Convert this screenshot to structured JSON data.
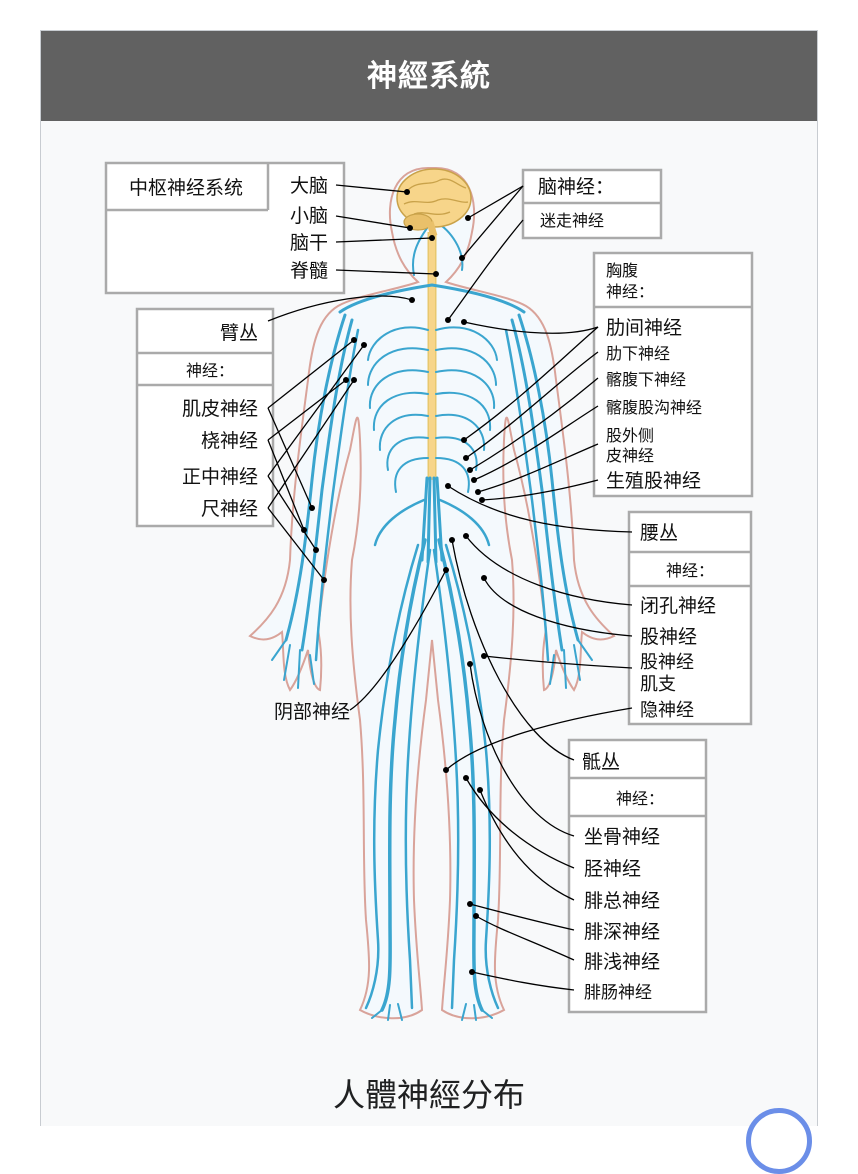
{
  "header": {
    "title": "神經系統"
  },
  "caption": "人體神經分布",
  "labels": {
    "cns_title": "中枢神经系统",
    "brain": "大脑",
    "cerebellum": "小脑",
    "brainstem": "脑干",
    "spinal_cord": "脊髓",
    "cranial_title": "脑神经：",
    "vagus": "迷走神经",
    "brachial": "臂丛",
    "nerves_label": "神经：",
    "musculocutaneous": "肌皮神经",
    "radial": "桡神经",
    "median": "正中神经",
    "ulnar": "尺神经",
    "thoracoabdominal_1": "胸腹",
    "thoracoabdominal_2": "神经：",
    "intercostal": "肋间神经",
    "subcostal": "肋下神经",
    "iliohypogastric": "髂腹下神经",
    "ilioinguinal": "髂腹股沟神经",
    "lateral_femoral_1": "股外侧",
    "lateral_femoral_2": "皮神经",
    "genitofemoral": "生殖股神经",
    "lumbar": "腰丛",
    "obturator": "闭孔神经",
    "femoral": "股神经",
    "muscular_branch_1": "股神经",
    "muscular_branch_2": "肌支",
    "saphenous": "隐神经",
    "pudendal": "阴部神经",
    "sacral": "骶丛",
    "sciatic": "坐骨神经",
    "tibial": "胫神经",
    "common_peroneal": "腓总神经",
    "deep_peroneal": "腓深神经",
    "superficial_peroneal": "腓浅神经",
    "sural": "腓肠神经"
  },
  "colors": {
    "header_bg": "#616161",
    "nerve": "#3aa5cf",
    "brain": "#f7d58a",
    "skin_outline": "#d9a39a"
  }
}
